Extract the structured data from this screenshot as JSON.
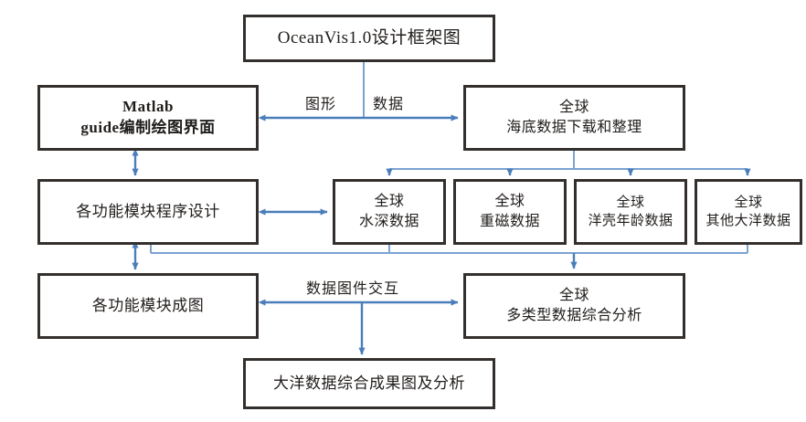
{
  "diagram": {
    "title_node": "OceanVis1.0设计框架图",
    "accent_color": "#4a7ebb",
    "box_border_color": "#332f2c",
    "text_color": "#201d1b",
    "nodes": {
      "title": "OceanVis1.0设计框架图",
      "matlab": "Matlab\nguide编制绘图界面",
      "download": "全球\n海底数据下载和整理",
      "module_program": "各功能模块程序设计",
      "data_depth": "全球\n水深数据",
      "data_gravmag": "全球\n重磁数据",
      "data_crustage": "全球\n洋壳年龄数据",
      "data_other": "全球\n其他大洋数据",
      "module_map": "各功能模块成图",
      "analysis": "全球\n多类型数据综合分析",
      "result": "大洋数据综合成果图及分析"
    },
    "edge_labels": {
      "graphic": "图形",
      "data": "数据",
      "interaction": "数据图件交互"
    }
  }
}
